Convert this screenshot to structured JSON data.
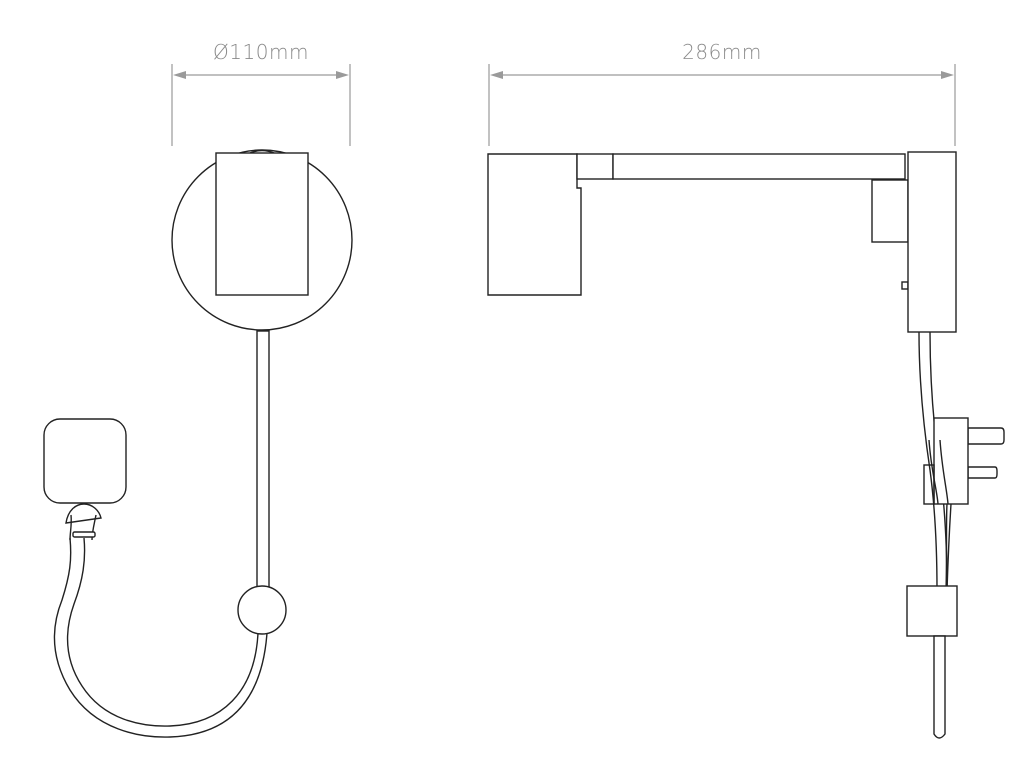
{
  "diagram": {
    "type": "technical-dimension-drawing",
    "subject": "wall lamp with plug-in cable",
    "views": [
      {
        "name": "front-view",
        "dimension_label": "Ø110mm",
        "dimension_value_mm": 110,
        "dimension_kind": "diameter",
        "parts": [
          "round-backplate",
          "lamp-head",
          "vertical-cable-cover",
          "cable-switch",
          "looped-cable",
          "plug"
        ]
      },
      {
        "name": "side-view",
        "dimension_label": "286mm",
        "dimension_value_mm": 286,
        "dimension_kind": "projection-length",
        "parts": [
          "lamp-head",
          "arm",
          "arm-joint",
          "wall-mount",
          "cable",
          "plug-with-pins",
          "cable-switch"
        ]
      }
    ],
    "colors": {
      "line": "#222222",
      "dimension": "#9a9a9a",
      "background": "#ffffff"
    }
  }
}
